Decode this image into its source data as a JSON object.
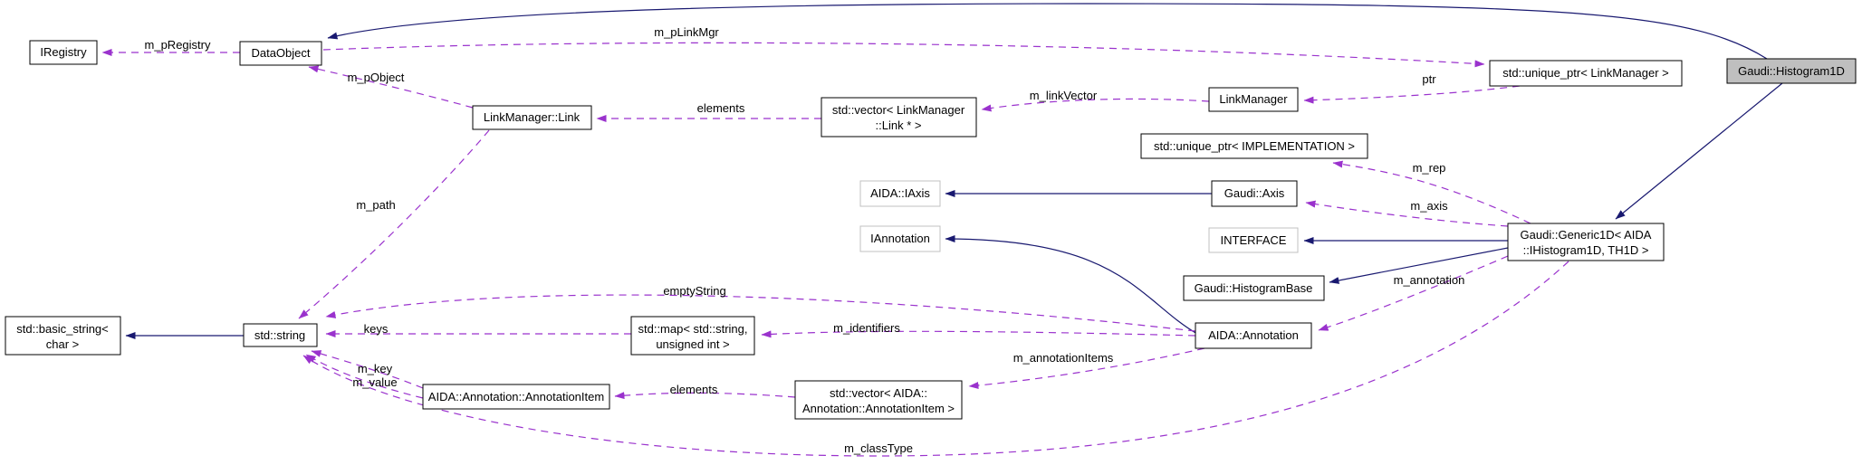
{
  "diagram": {
    "type": "doxygen-collaboration-graph",
    "main_class": "Gaudi::Histogram1D"
  },
  "colors": {
    "inheritance_edge": "#191970",
    "usage_edge": "#9a32cd",
    "node_border": "#000000",
    "external_node_border": "#c0c0c0",
    "main_node_fill": "#bfbfbf",
    "node_fill": "#ffffff",
    "text": "#000000"
  },
  "nodes": {
    "iregistry": {
      "label": "IRegistry"
    },
    "dataobject": {
      "label": "DataObject"
    },
    "linkmanager_link": {
      "label": "LinkManager::Link"
    },
    "vector_linkmanager_link": {
      "line1": "std::vector< LinkManager",
      "line2": "::Link * >"
    },
    "linkmanager": {
      "label": "LinkManager"
    },
    "unique_ptr_linkmanager": {
      "label": "std::unique_ptr< LinkManager >"
    },
    "gaudi_histogram1d": {
      "label": "Gaudi::Histogram1D"
    },
    "unique_ptr_implementation": {
      "label": "std::unique_ptr< IMPLEMENTATION >"
    },
    "aida_iaxis": {
      "label": "AIDA::IAxis"
    },
    "gaudi_axis": {
      "label": "Gaudi::Axis"
    },
    "iannotation": {
      "label": "IAnnotation"
    },
    "interface": {
      "label": "INTERFACE"
    },
    "gaudi_histogrambase": {
      "label": "Gaudi::HistogramBase"
    },
    "gaudi_generic1d": {
      "line1": "Gaudi::Generic1D< AIDA",
      "line2": "::IHistogram1D, TH1D >"
    },
    "aida_annotation": {
      "label": "AIDA::Annotation"
    },
    "basic_string": {
      "line1": "std::basic_string<",
      "line2": "char >"
    },
    "std_string": {
      "label": "std::string"
    },
    "std_map": {
      "line1": "std::map< std::string,",
      "line2": "unsigned int >"
    },
    "annotation_item": {
      "label": "AIDA::Annotation::AnnotationItem"
    },
    "vector_annotation_item": {
      "line1": "std::vector< AIDA::",
      "line2": "Annotation::AnnotationItem >"
    }
  },
  "edge_labels": {
    "m_pRegistry": "m_pRegistry",
    "m_pLinkMgr": "m_pLinkMgr",
    "m_pObject": "m_pObject",
    "elements_links": "elements",
    "m_linkVector": "m_linkVector",
    "ptr": "ptr",
    "m_rep": "m_rep",
    "m_axis": "m_axis",
    "m_path": "m_path",
    "emptyString": "emptyString",
    "keys": "keys",
    "m_identifiers": "m_identifiers",
    "m_annotation": "m_annotation",
    "m_annotationItems": "m_annotationItems",
    "m_key": "m_key",
    "m_value": "m_value",
    "elements_items": "elements",
    "m_classType": "m_classType"
  }
}
